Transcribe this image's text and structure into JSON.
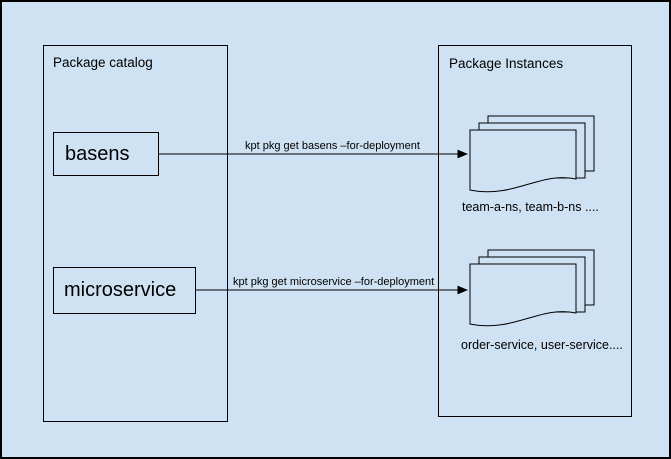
{
  "diagram": {
    "colors": {
      "background": "#cfe2f3",
      "stroke": "#000000",
      "text": "#000000"
    },
    "catalog": {
      "title": "Package catalog",
      "packages": [
        {
          "label": "basens"
        },
        {
          "label": "microservice"
        }
      ]
    },
    "instances": {
      "title": "Package Instances",
      "stacks": [
        {
          "label": "team-a-ns, team-b-ns ...."
        },
        {
          "label": "order-service, user-service...."
        }
      ]
    },
    "arrows": [
      {
        "label": "kpt pkg get basens –for-deployment"
      },
      {
        "label": "kpt pkg get microservice –for-deployment"
      }
    ]
  }
}
